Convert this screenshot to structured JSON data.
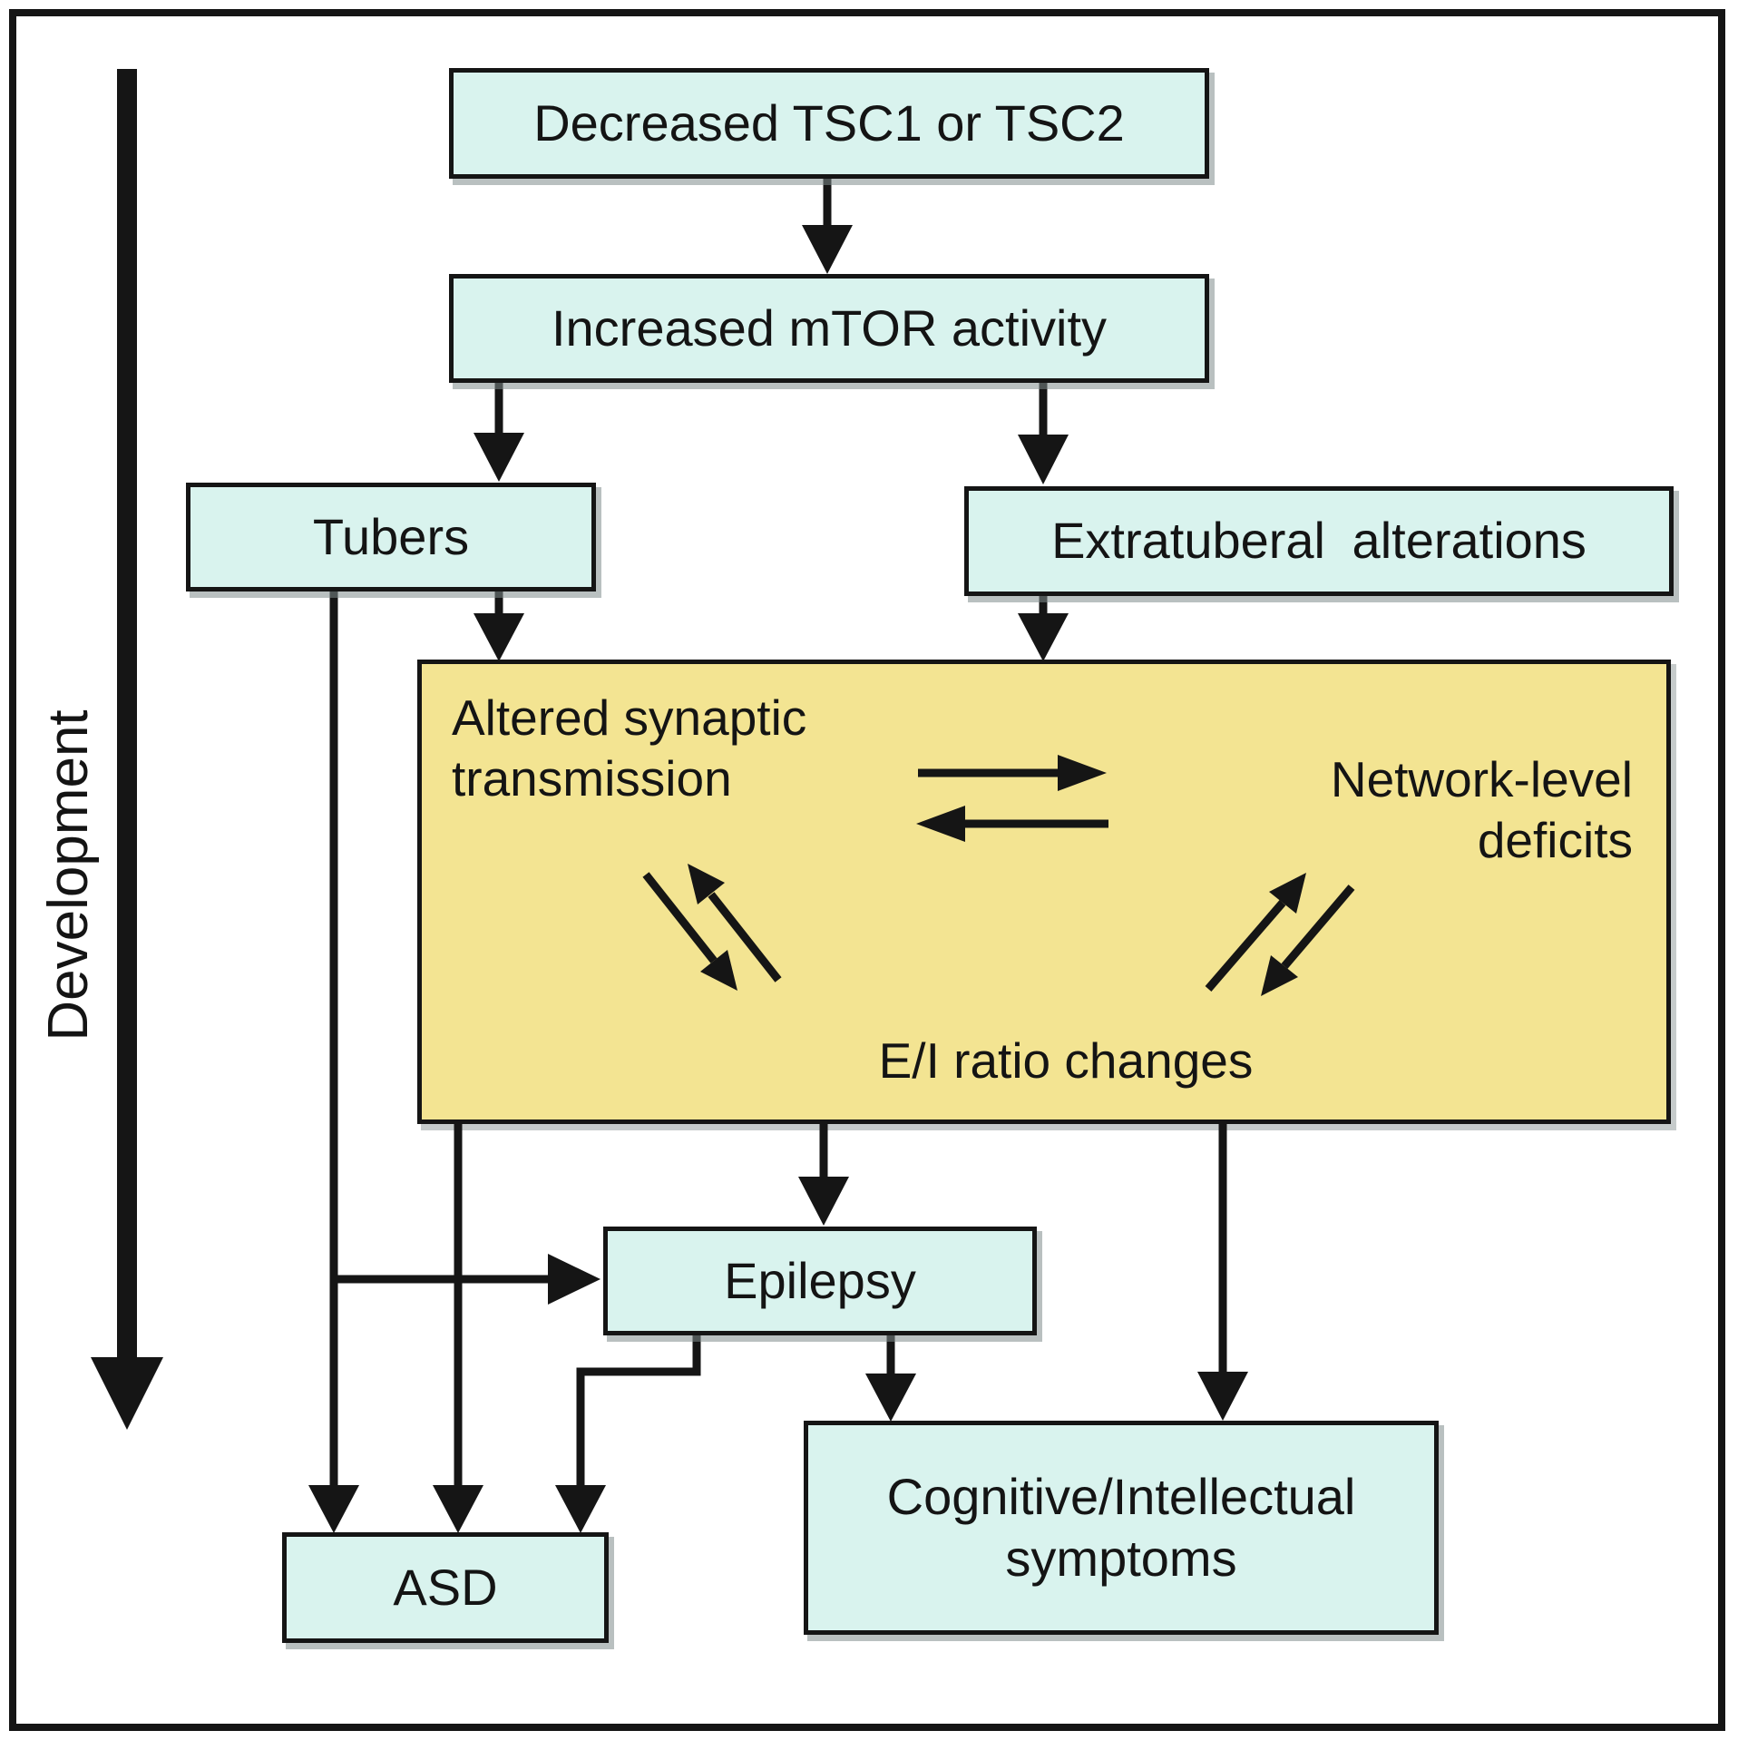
{
  "diagram": {
    "axis": {
      "label": "Development",
      "direction": "top-to-bottom"
    },
    "colors": {
      "node_fill": "#d9f3ee",
      "highlight_fill": "#f3e492",
      "line": "#151515",
      "background": "#ffffff"
    },
    "nodes": {
      "decreased": {
        "label": "Decreased TSC1 or TSC2"
      },
      "mtor": {
        "label": "Increased mTOR activity"
      },
      "tubers": {
        "label": "Tubers"
      },
      "extratuberal": {
        "label": "Extratuberal alterations"
      },
      "altered": {
        "line1": "Altered synaptic",
        "line2": "transmission"
      },
      "network": {
        "line1": "Network-level",
        "line2": "deficits"
      },
      "ei": {
        "label": "E/I ratio changes"
      },
      "epilepsy": {
        "label": "Epilepsy"
      },
      "cognitive": {
        "line1": "Cognitive/Intellectual",
        "line2": "symptoms"
      },
      "asd": {
        "label": "ASD"
      }
    },
    "edges": [
      {
        "from": "Decreased TSC1 or TSC2",
        "to": "Increased mTOR activity",
        "type": "directed"
      },
      {
        "from": "Increased mTOR activity",
        "to": "Tubers",
        "type": "directed"
      },
      {
        "from": "Increased mTOR activity",
        "to": "Extratuberal alterations",
        "type": "directed"
      },
      {
        "from": "Tubers",
        "to": "E/I box",
        "type": "directed"
      },
      {
        "from": "Extratuberal alterations",
        "to": "E/I box",
        "type": "directed"
      },
      {
        "from": "Altered synaptic transmission",
        "to": "Network-level deficits",
        "type": "bidirectional"
      },
      {
        "from": "Altered synaptic transmission",
        "to": "E/I ratio changes",
        "type": "bidirectional"
      },
      {
        "from": "Network-level deficits",
        "to": "E/I ratio changes",
        "type": "bidirectional"
      },
      {
        "from": "E/I box",
        "to": "Epilepsy",
        "type": "directed"
      },
      {
        "from": "E/I box",
        "to": "ASD",
        "type": "directed"
      },
      {
        "from": "E/I box",
        "to": "Cognitive/Intellectual symptoms",
        "type": "directed"
      },
      {
        "from": "Tubers",
        "to": "Epilepsy",
        "type": "directed"
      },
      {
        "from": "Tubers",
        "to": "ASD",
        "type": "directed"
      },
      {
        "from": "Epilepsy",
        "to": "ASD",
        "type": "directed"
      },
      {
        "from": "Epilepsy",
        "to": "Cognitive/Intellectual symptoms",
        "type": "directed"
      }
    ]
  }
}
